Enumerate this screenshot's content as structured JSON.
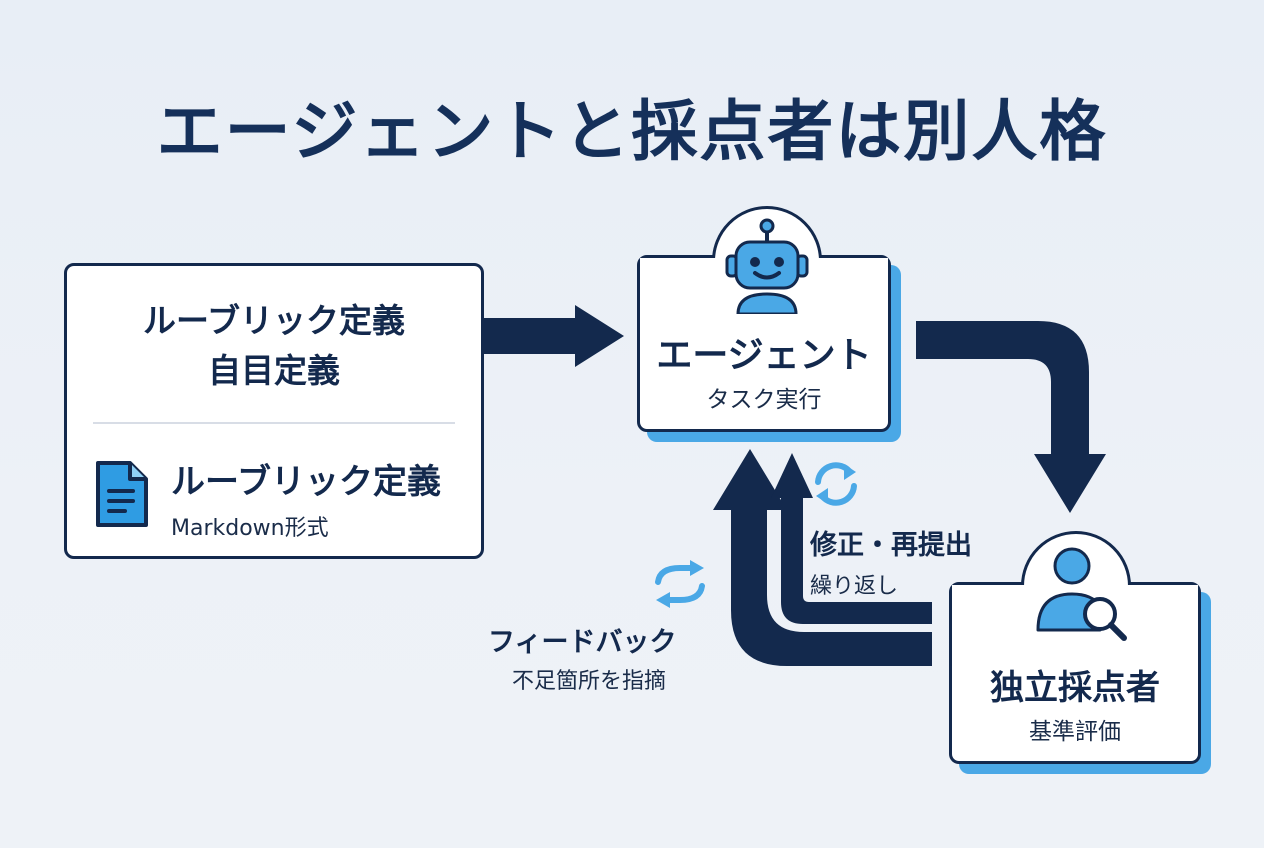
{
  "title": "エージェントと採点者は別人格",
  "rubric": {
    "title_line1": "ルーブリック定義",
    "title_line2": "自目定義",
    "item_title": "ルーブリック定義",
    "item_subtitle": "Markdown形式"
  },
  "agent": {
    "title": "エージェント",
    "subtitle": "タスク実行"
  },
  "grader": {
    "title": "独立採点者",
    "subtitle": "基準評価"
  },
  "revise": {
    "label": "修正・再提出",
    "sublabel": "繰り返し"
  },
  "feedback": {
    "label": "フィードバック",
    "sublabel": "不足箇所を指摘"
  },
  "colors": {
    "navy": "#13294d",
    "accent_blue": "#4aa8e6",
    "icon_blue": "#2f9ce3"
  },
  "icons": {
    "document": "document-icon",
    "agent": "robot-icon",
    "grader": "user-search-icon",
    "cycle": "refresh-icon"
  }
}
